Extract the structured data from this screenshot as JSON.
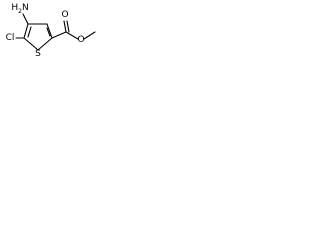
{
  "molecule": {
    "labels": {
      "amine": "H2N",
      "chloro": "Cl",
      "sulfur": "S",
      "carbonyl_oxygen": "O",
      "ester_oxygen": "O"
    },
    "colors": {
      "bond": "#000000",
      "text": "#000000",
      "background": "#ffffff"
    }
  }
}
